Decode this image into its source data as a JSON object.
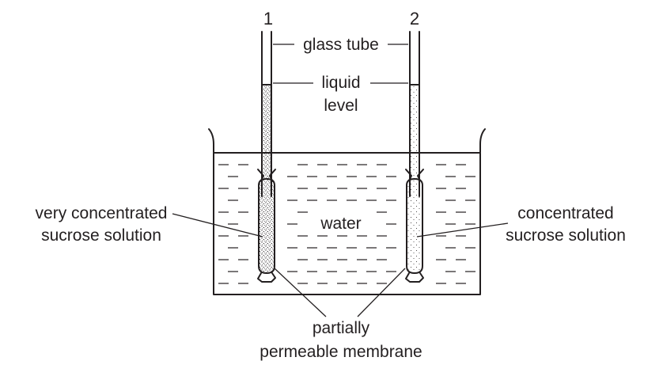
{
  "tubes": [
    {
      "number": "1",
      "fill": "dense"
    },
    {
      "number": "2",
      "fill": "light"
    }
  ],
  "labels": {
    "glass_tube": "glass tube",
    "liquid_level_line1": "liquid",
    "liquid_level_line2": "level",
    "left_solution_line1": "very concentrated",
    "left_solution_line2": "sucrose solution",
    "right_solution_line1": "concentrated",
    "right_solution_line2": "sucrose solution",
    "water": "water",
    "membrane_line1": "partially",
    "membrane_line2": "permeable membrane"
  },
  "colors": {
    "ink": "#231f20",
    "background": "#ffffff"
  }
}
